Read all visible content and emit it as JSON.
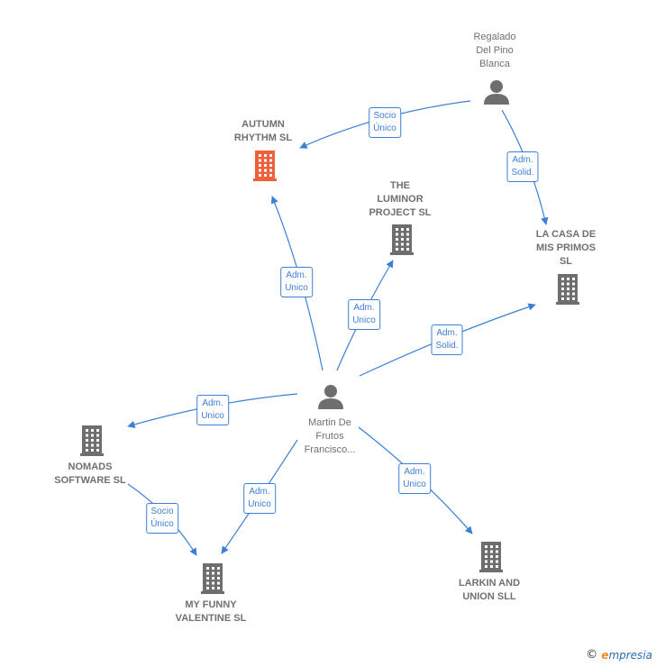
{
  "nodes": [
    {
      "id": "martin",
      "kind": "person",
      "lines": [
        "Martin De",
        "Frutos",
        "Francisco..."
      ]
    },
    {
      "id": "regalado",
      "kind": "person",
      "lines": [
        "Regalado",
        "Del Pino",
        "Blanca"
      ]
    },
    {
      "id": "autumn",
      "kind": "company",
      "highlight": true,
      "lines": [
        "AUTUMN",
        "RHYTHM  SL"
      ]
    },
    {
      "id": "luminor",
      "kind": "company",
      "lines": [
        "THE",
        "LUMINOR",
        "PROJECT SL"
      ]
    },
    {
      "id": "casa",
      "kind": "company",
      "lines": [
        "LA CASA DE",
        "MIS PRIMOS",
        "SL"
      ]
    },
    {
      "id": "nomads",
      "kind": "company",
      "lines": [
        "NOMADS",
        "SOFTWARE  SL"
      ]
    },
    {
      "id": "funny",
      "kind": "company",
      "lines": [
        "MY FUNNY",
        "VALENTINE  SL"
      ]
    },
    {
      "id": "larkin",
      "kind": "company",
      "lines": [
        "LARKIN AND",
        "UNION  SLL"
      ]
    }
  ],
  "edges": [
    {
      "from": "regalado",
      "to": "autumn",
      "label": [
        "Socio",
        "Único"
      ]
    },
    {
      "from": "regalado",
      "to": "casa",
      "label": [
        "Adm.",
        "Solid."
      ]
    },
    {
      "from": "martin",
      "to": "autumn",
      "label": [
        "Adm.",
        "Unico"
      ]
    },
    {
      "from": "martin",
      "to": "luminor",
      "label": [
        "Adm.",
        "Unico"
      ]
    },
    {
      "from": "martin",
      "to": "casa",
      "label": [
        "Adm.",
        "Solid."
      ]
    },
    {
      "from": "martin",
      "to": "nomads",
      "label": [
        "Adm.",
        "Unico"
      ]
    },
    {
      "from": "martin",
      "to": "funny",
      "label": [
        "Adm.",
        "Unico"
      ]
    },
    {
      "from": "martin",
      "to": "larkin",
      "label": [
        "Adm.",
        "Unico"
      ]
    },
    {
      "from": "nomads",
      "to": "funny",
      "label": [
        "Socio",
        "Único"
      ]
    }
  ],
  "colors": {
    "edge": "#3d7fd6",
    "company": "#6e6e6e",
    "highlight": "#f0603a",
    "person": "#6e6e6e"
  },
  "footer": {
    "copyright": "©",
    "brand_initial": "e",
    "brand_rest": "mpresia"
  }
}
